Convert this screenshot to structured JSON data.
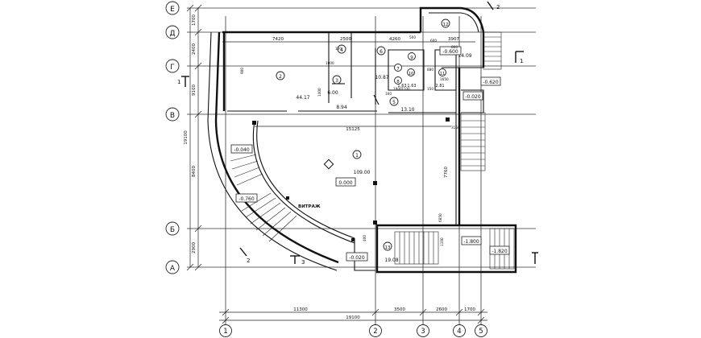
{
  "axes_letters": [
    "Е",
    "Д",
    "Г",
    "В",
    "Б",
    "А"
  ],
  "axes_numbers": [
    "1",
    "2",
    "3",
    "4",
    "5"
  ],
  "left_dimensions": [
    "1700",
    "2400",
    "9100",
    "8400",
    "2900"
  ],
  "left_overall": "19100",
  "bottom_dimensions": [
    "11300",
    "3500",
    "2600",
    "1700"
  ],
  "bottom_overall": "19100",
  "top_dimensions": [
    "7420",
    "2500",
    "4260",
    "3907"
  ],
  "room_numbers": [
    "1",
    "2",
    "3",
    "4",
    "5",
    "6",
    "7",
    "8",
    "9",
    "10",
    "11",
    "12",
    "13"
  ],
  "room_areas": {
    "r1": "109.00",
    "r2": "44.17",
    "r3": "6.00",
    "r5": "8.94",
    "r5b": "13.10",
    "r6": "10.87",
    "r7": "1.63",
    "r8": "1.63",
    "r9": "2.81",
    "r12": "14.09",
    "r13": "19.08"
  },
  "levels": [
    "-0.600",
    "-0.620",
    "-0.020",
    "-0.040",
    "-0.760",
    "0.000",
    "-0.020",
    "-1.800",
    "-1.820"
  ],
  "labels": {
    "vitrazh": "ВИТРАЖ",
    "main_span": "15125",
    "stair_height": "7760"
  },
  "small_dims": [
    "120",
    "1100",
    "1900",
    "880",
    "1650",
    "800",
    "1000",
    "900",
    "500",
    "1400",
    "600",
    "6850",
    "3150",
    "160",
    "400",
    "1100",
    "150"
  ],
  "section_marks": [
    "1",
    "2",
    "3"
  ]
}
